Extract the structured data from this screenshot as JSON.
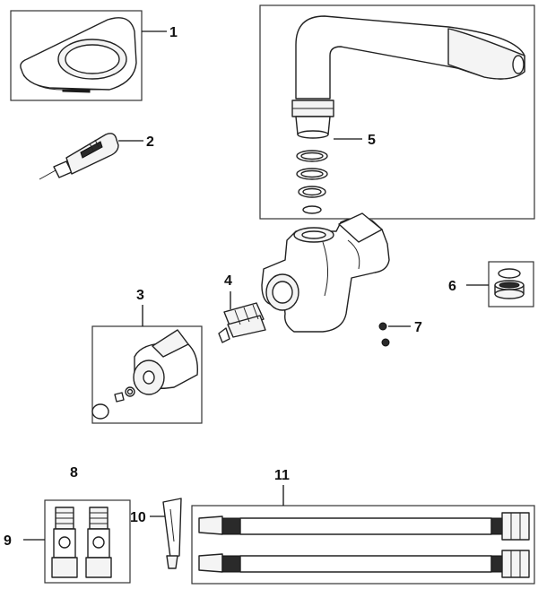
{
  "callouts": {
    "c1": "1",
    "c2": "2",
    "c3": "3",
    "c4": "4",
    "c5": "5",
    "c6": "6",
    "c7": "7",
    "c8": "8",
    "c9": "9",
    "c10": "10",
    "c11": "11"
  },
  "icons": {
    "part1": "escutcheon-base-plate-icon",
    "part2": "hex-key-tool-icon",
    "part3": "lever-handle-kit-icon",
    "part4": "valve-cartridge-icon",
    "part5": "swivel-spout-with-orings-icon",
    "part6": "aerator-icon",
    "part7": "grub-screws-icon",
    "part9": "isolating-valves-icon",
    "part10": "grease-tube-icon",
    "part11": "flexible-hoses-icon",
    "body": "mixer-tap-body-icon"
  },
  "colors": {
    "line": "#222222",
    "fill": "#f4f4f4",
    "dark": "#2a2a2a"
  }
}
